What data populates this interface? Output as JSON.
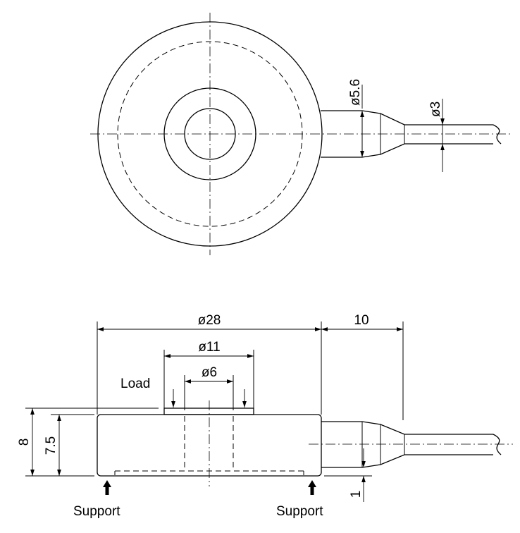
{
  "top_view": {
    "body_diameter_label": "ø5.6",
    "cable_diameter_label": "ø3"
  },
  "side_view": {
    "outer_diameter_label": "ø28",
    "cable_length_label": "10",
    "boss_diameter_label": "ø11",
    "load_point_diameter_label": "ø6",
    "height_label": "8",
    "body_height_label": "7.5",
    "clearance_label": "1",
    "load_label": "Load",
    "support_left_label": "Support",
    "support_right_label": "Support"
  }
}
